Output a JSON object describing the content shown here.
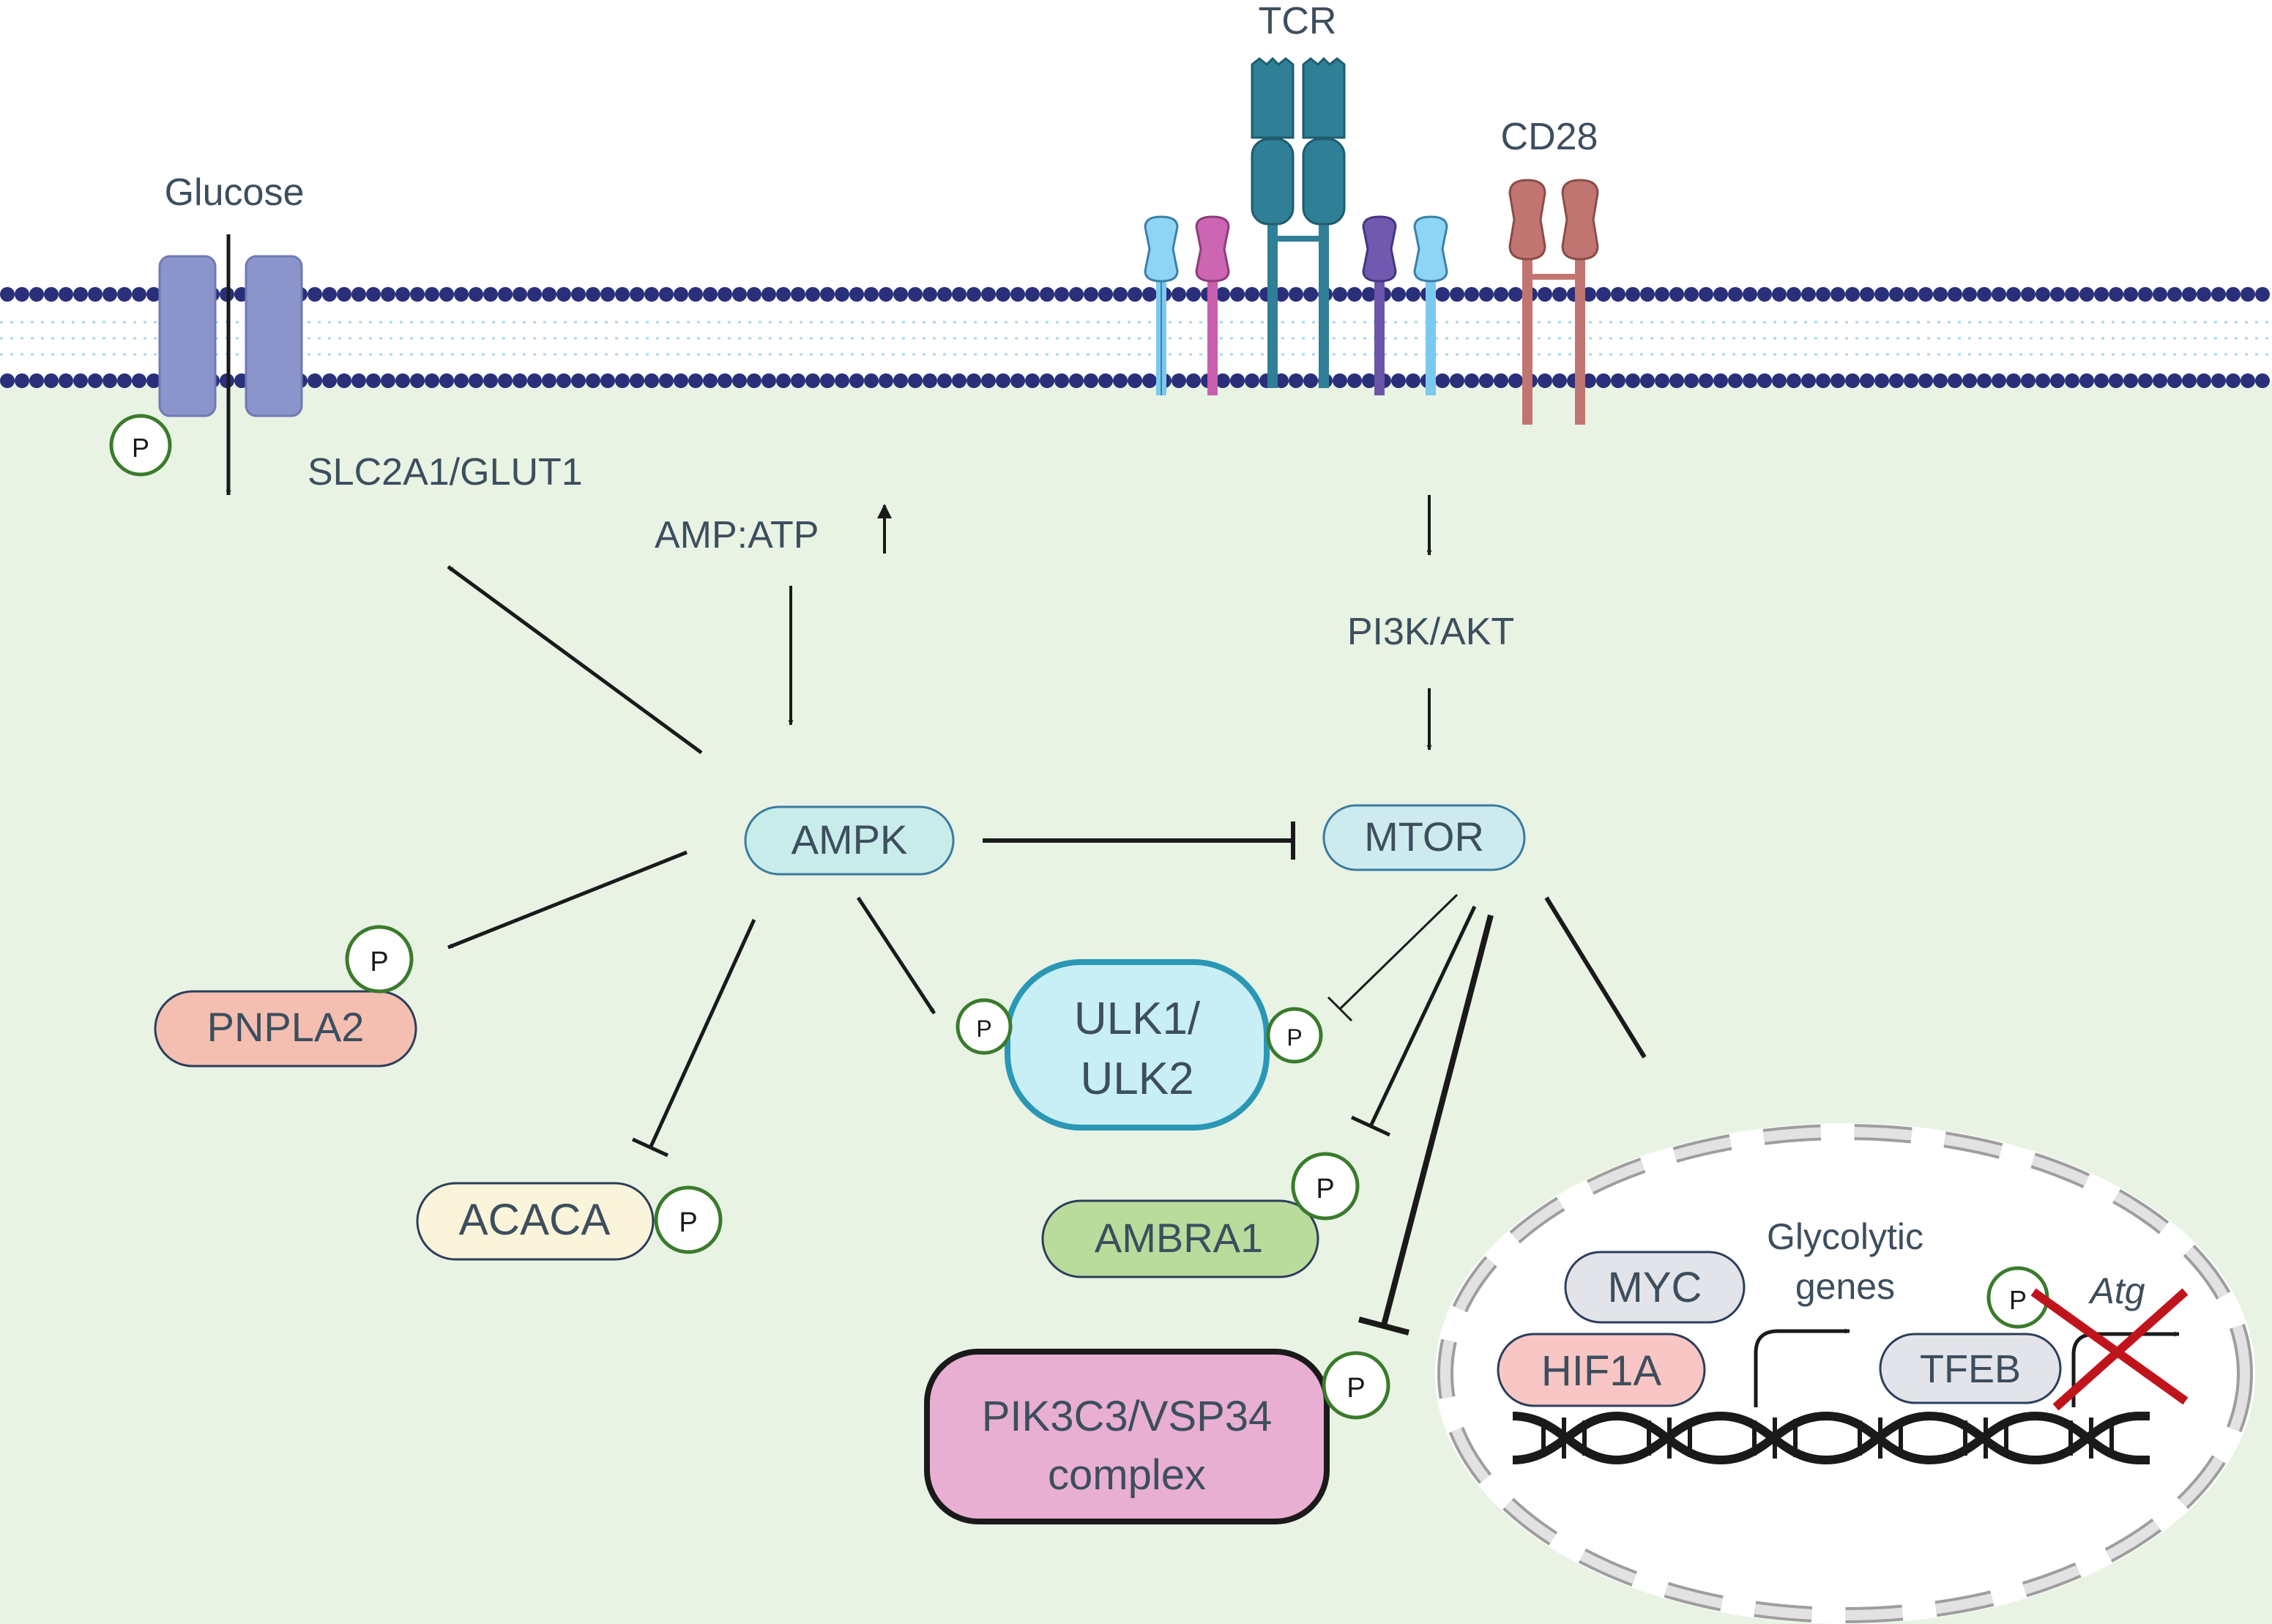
{
  "labels": {
    "glucose": "Glucose",
    "tcr": "TCR",
    "cd28": "CD28",
    "slc2a1_glut1": "SLC2A1/GLUT1",
    "amp_atp": "AMP:ATP",
    "pi3k_akt": "PI3K/AKT",
    "ampk": "AMPK",
    "mtor": "MTOR",
    "pnpla2": "PNPLA2",
    "acaca": "ACACA",
    "ulk_line1": "ULK1/",
    "ulk_line2": "ULK2",
    "ambra1": "AMBRA1",
    "pik3c3_line1": "PIK3C3/VSP34",
    "pik3c3_line2": "complex",
    "myc": "MYC",
    "hif1a": "HIF1A",
    "tfeb": "TFEB",
    "glycolytic_line1": "Glycolytic",
    "glycolytic_line2": "genes",
    "atg": "Atg",
    "phospho": "P"
  },
  "colors": {
    "cytoplasm": "#e8f3e4",
    "membrane_dot": "#2a2f7a",
    "membrane_tail": "#a9d6ec",
    "glut1": "#8b95cc",
    "tcr": "#2f7f96",
    "cd28": "#c17570",
    "ampk_fill": "#c8ece9",
    "mtor_fill": "#cdebee",
    "pnpla2_fill": "#f4bfb1",
    "acaca_fill": "#faf4da",
    "ulk_fill": "#c8eef6",
    "ulk_stroke": "#2a97b5",
    "ambra1_fill": "#b9dc9c",
    "pik3c3_fill": "#e8afd2",
    "myc_fill": "#e3e4e9",
    "hif1a_fill": "#f8c6c4",
    "tfeb_fill": "#e3e4e9",
    "phospho_stroke": "#3a7b2c",
    "label_text": "#3d4e5e",
    "cross": "#c0141c"
  }
}
